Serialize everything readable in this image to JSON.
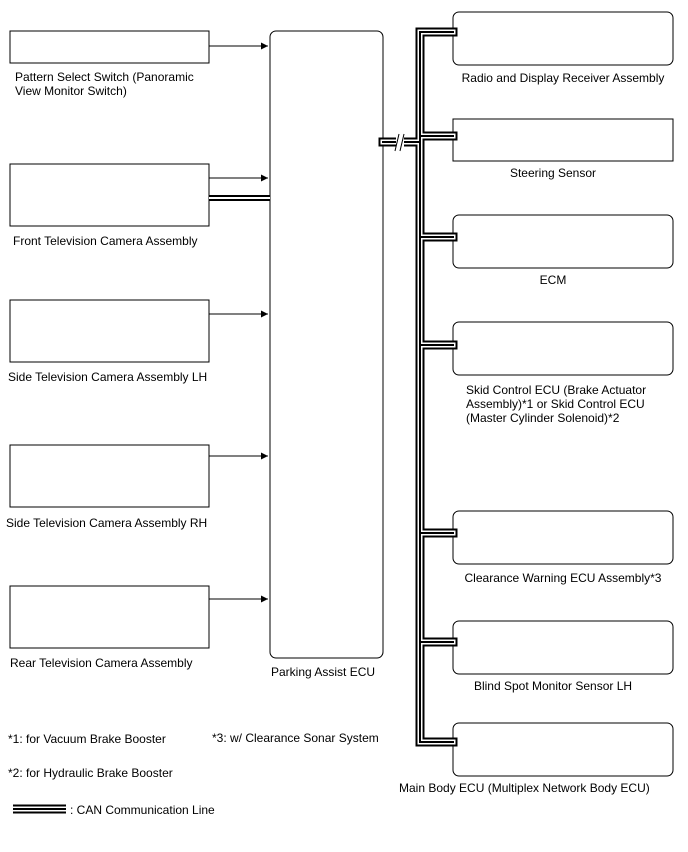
{
  "inputs": [
    {
      "label": "Pattern Select Switch (Panoramic\nView Monitor Switch)"
    },
    {
      "label": "Front Television Camera Assembly"
    },
    {
      "label": "Side Television Camera Assembly LH"
    },
    {
      "label": "Side Television Camera Assembly RH"
    },
    {
      "label": "Rear Television Camera Assembly"
    }
  ],
  "center": {
    "label": "Parking Assist ECU"
  },
  "outputs": [
    {
      "label": "Radio and Display Receiver Assembly"
    },
    {
      "label": "Steering Sensor"
    },
    {
      "label": "ECM"
    },
    {
      "label": "Skid Control ECU (Brake Actuator\nAssembly)*1 or Skid Control ECU\n(Master Cylinder Solenoid)*2"
    },
    {
      "label": "Clearance Warning ECU Assembly*3"
    },
    {
      "label": "Blind Spot Monitor Sensor LH"
    },
    {
      "label": "Main Body ECU (Multiplex Network Body ECU)"
    }
  ],
  "notes": {
    "n1": "*1: for Vacuum Brake Booster",
    "n2": "*2: for Hydraulic Brake Booster",
    "n3": "*3: w/ Clearance Sonar System"
  },
  "legend": {
    "can_label": ": CAN Communication Line"
  }
}
